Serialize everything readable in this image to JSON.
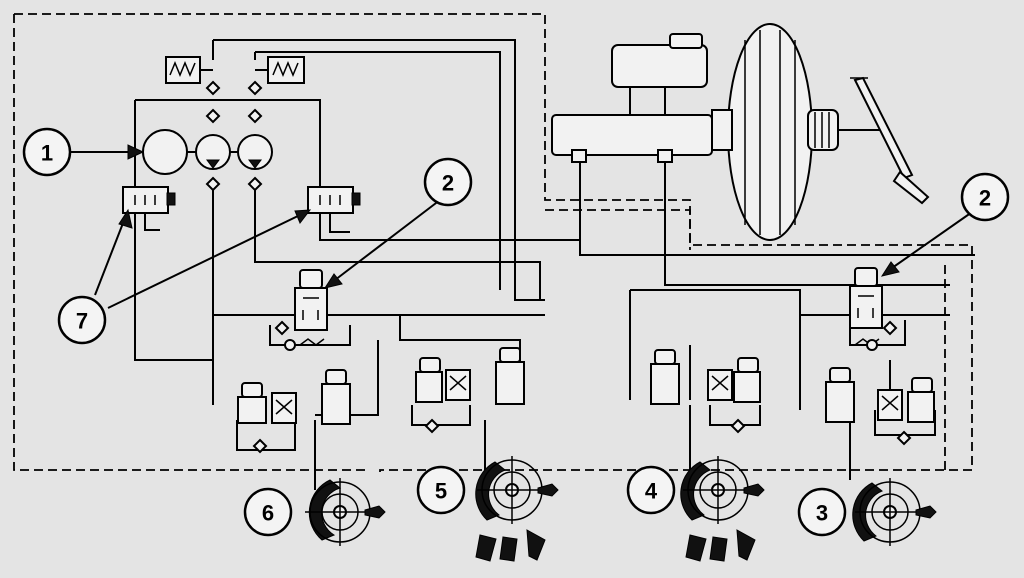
{
  "callouts": [
    {
      "id": "1",
      "label": "1"
    },
    {
      "id": "2a",
      "label": "2"
    },
    {
      "id": "2b",
      "label": "2"
    },
    {
      "id": "3",
      "label": "3"
    },
    {
      "id": "4",
      "label": "4"
    },
    {
      "id": "5",
      "label": "5"
    },
    {
      "id": "6",
      "label": "6"
    },
    {
      "id": "7",
      "label": "7"
    }
  ],
  "colors": {
    "background": "#e4e4e4",
    "ink": "#000000"
  }
}
